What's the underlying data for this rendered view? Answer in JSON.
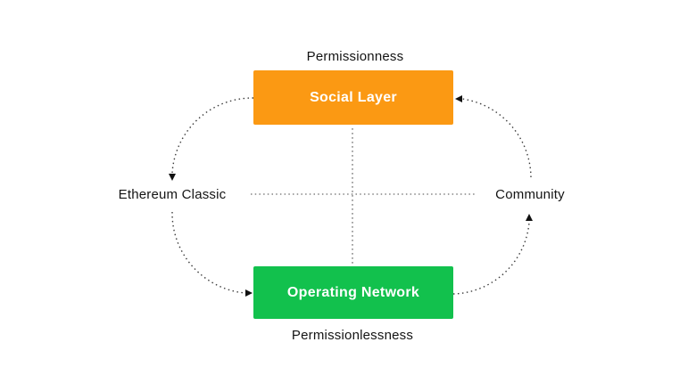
{
  "diagram": {
    "top_axis_label": "Permissionness",
    "bottom_axis_label": "Permissionlessness",
    "left_node_label": "Ethereum Classic",
    "right_node_label": "Community",
    "boxes": {
      "social_layer": {
        "label": "Social Layer",
        "color": "#FB9913"
      },
      "operating_network": {
        "label": "Operating Network",
        "color": "#12C14D"
      }
    },
    "cycle_edges": [
      {
        "from": "Social Layer",
        "to": "Ethereum Classic"
      },
      {
        "from": "Ethereum Classic",
        "to": "Operating Network"
      },
      {
        "from": "Operating Network",
        "to": "Community"
      },
      {
        "from": "Community",
        "to": "Social Layer"
      }
    ],
    "colors": {
      "background": "#FFFFFF",
      "dotted_arrow": "#3d3d3d",
      "dotted_axis": "#6b6b6b",
      "arrowhead": "#111111",
      "label_text": "#141414",
      "box_text": "#FFFFFF"
    }
  }
}
